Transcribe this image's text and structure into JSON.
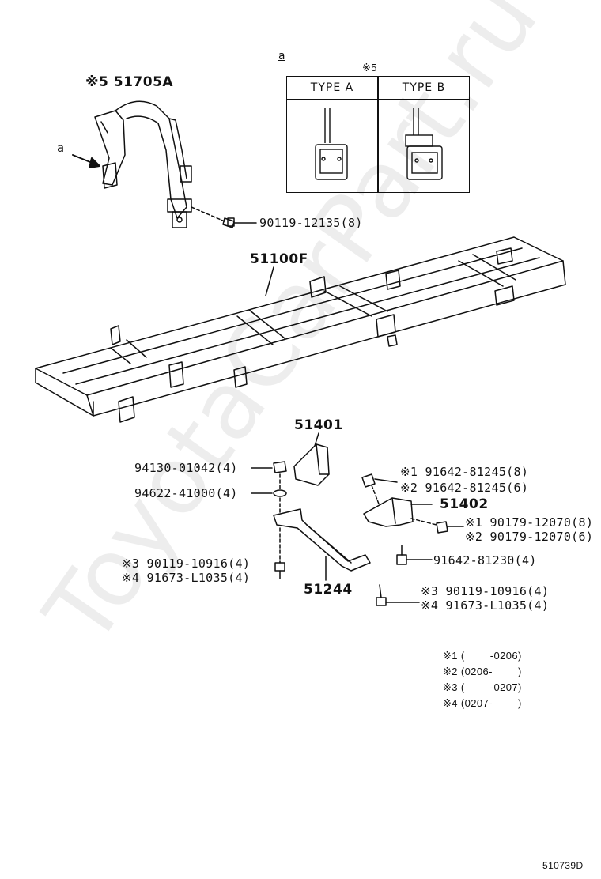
{
  "diagram": {
    "inset": {
      "view_marker": "a",
      "note_marker": "※5",
      "type_a": "TYPE A",
      "type_b": "TYPE B"
    },
    "view_arrow_label": "a",
    "parts": {
      "p51705A": "※5 51705A",
      "p90119_12135": "90119-12135(8)",
      "p51100F": "51100F",
      "p51401": "51401",
      "p94130": "94130-01042(4)",
      "p94622": "94622-41000(4)",
      "p91642_81245_1": "※1 91642-81245(8)",
      "p91642_81245_2": "※2 91642-81245(6)",
      "p51402": "51402",
      "p90179_1": "※1 90179-12070(8)",
      "p90179_2": "※2 90179-12070(6)",
      "p91642_81230": "91642-81230(4)",
      "p90119_10916_l": "※3 90119-10916(4)",
      "p91673_l": "※4 91673-L1035(4)",
      "p51244": "51244",
      "p90119_10916_r": "※3 90119-10916(4)",
      "p91673_r": "※4 91673-L1035(4)"
    },
    "footnotes": [
      "※1 (        -0206)",
      "※2 (0206-        )",
      "※3 (        -0207)",
      "※4 (0207-        )"
    ],
    "diagram_id": "510739D",
    "watermark": "ToyotaCarPart.ru"
  }
}
